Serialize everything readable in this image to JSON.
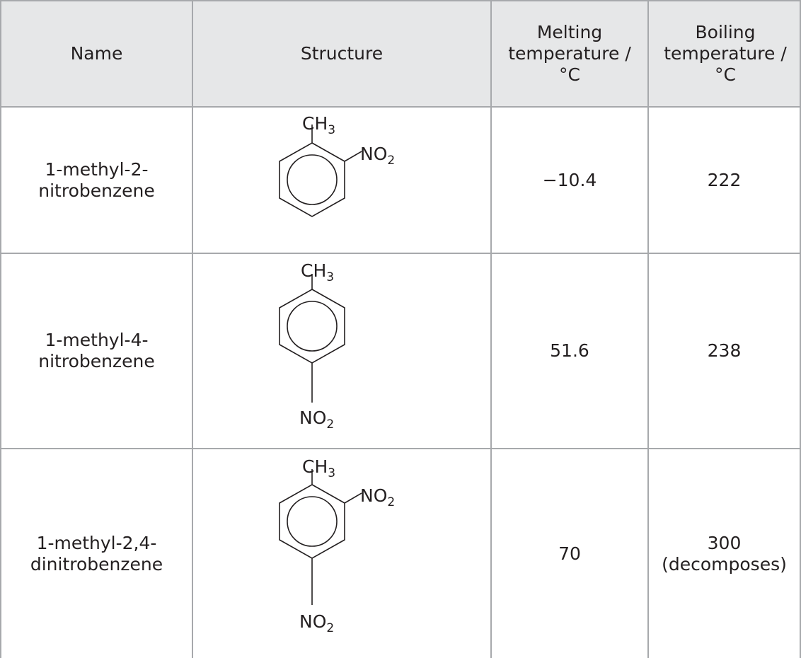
{
  "table": {
    "headers": {
      "name": "Name",
      "structure": "Structure",
      "melting": "Melting temperature / °C",
      "boiling": "Boiling temperature / °C"
    },
    "rows": [
      {
        "name": "1-methyl-2-nitrobenzene",
        "name_line1": "1-methyl-2-",
        "name_line2": "nitrobenzene",
        "melting": "−10.4",
        "boiling": "222",
        "boiling_line1": "222",
        "boiling_line2": ""
      },
      {
        "name": "1-methyl-4-nitrobenzene",
        "name_line1": "1-methyl-4-",
        "name_line2": "nitrobenzene",
        "melting": "51.6",
        "boiling": "238",
        "boiling_line1": "238",
        "boiling_line2": ""
      },
      {
        "name": "1-methyl-2,4-dinitrobenzene",
        "name_line1": "1-methyl-2,4-",
        "name_line2": "dinitrobenzene",
        "melting": "70",
        "boiling": "300 (decomposes)",
        "boiling_line1": "300",
        "boiling_line2": "(decomposes)"
      }
    ],
    "labels": {
      "ch3": "CH",
      "ch3_sub": "3",
      "no2": "NO",
      "no2_sub": "2"
    },
    "colors": {
      "header_bg": "#e6e7e8",
      "grid": "#a7a9ac",
      "text": "#231f20"
    }
  }
}
